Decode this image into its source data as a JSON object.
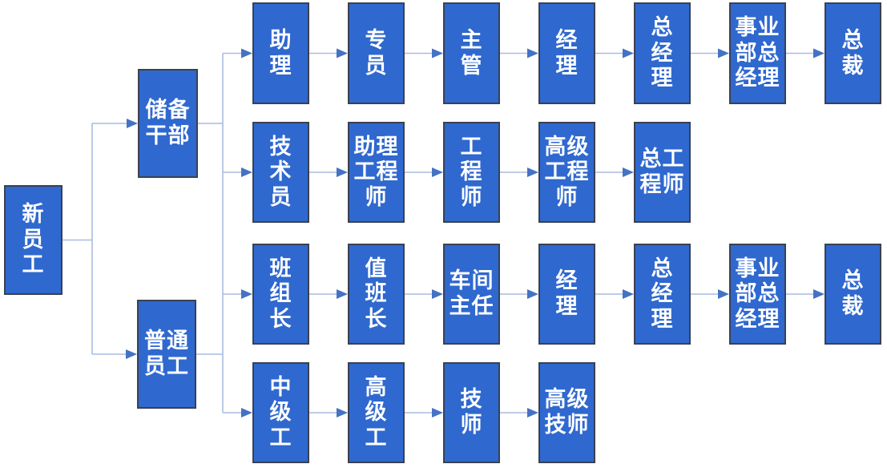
{
  "colors": {
    "box_fill": "#2f68cf",
    "box_border": "#3a4150",
    "box_text": "#ffffff",
    "connector_line": "#a9bce0",
    "arrowhead": "#4472c4"
  },
  "root": {
    "label": "新员工"
  },
  "branches": [
    {
      "label": "储备干部",
      "paths": [
        [
          "助理",
          "专员",
          "主管",
          "经理",
          "总经理",
          "事业部总经理",
          "总裁"
        ],
        [
          "技术员",
          "助理工程师",
          "工程师",
          "高级工程师",
          "总工程师"
        ]
      ]
    },
    {
      "label": "普通员工",
      "paths": [
        [
          "班组长",
          "值班长",
          "车间主任",
          "经理",
          "总经理",
          "事业部总经理",
          "总裁"
        ],
        [
          "中级工",
          "高级工",
          "技师",
          "高级技师"
        ]
      ]
    }
  ],
  "display_lines": {
    "新员工": [
      "新",
      "员",
      "工"
    ],
    "储备干部": [
      "储备",
      "干部"
    ],
    "普通员工": [
      "普通",
      "员工"
    ],
    "助理": [
      "助",
      "理"
    ],
    "专员": [
      "专",
      "员"
    ],
    "主管": [
      "主",
      "管"
    ],
    "经理": [
      "经",
      "理"
    ],
    "总经理": [
      "总",
      "经",
      "理"
    ],
    "事业部总经理": [
      "事业",
      "部总",
      "经理"
    ],
    "总裁": [
      "总",
      "裁"
    ],
    "技术员": [
      "技",
      "术",
      "员"
    ],
    "助理工程师": [
      "助理",
      "工程",
      "师"
    ],
    "工程师": [
      "工",
      "程",
      "师"
    ],
    "高级工程师": [
      "高级",
      "工程",
      "师"
    ],
    "总工程师": [
      "总工",
      "程师"
    ],
    "班组长": [
      "班",
      "组",
      "长"
    ],
    "值班长": [
      "值",
      "班",
      "长"
    ],
    "车间主任": [
      "车间",
      "主任"
    ],
    "中级工": [
      "中",
      "级",
      "工"
    ],
    "高级工": [
      "高",
      "级",
      "工"
    ],
    "技师": [
      "技",
      "师"
    ],
    "高级技师": [
      "高级",
      "技师"
    ]
  }
}
